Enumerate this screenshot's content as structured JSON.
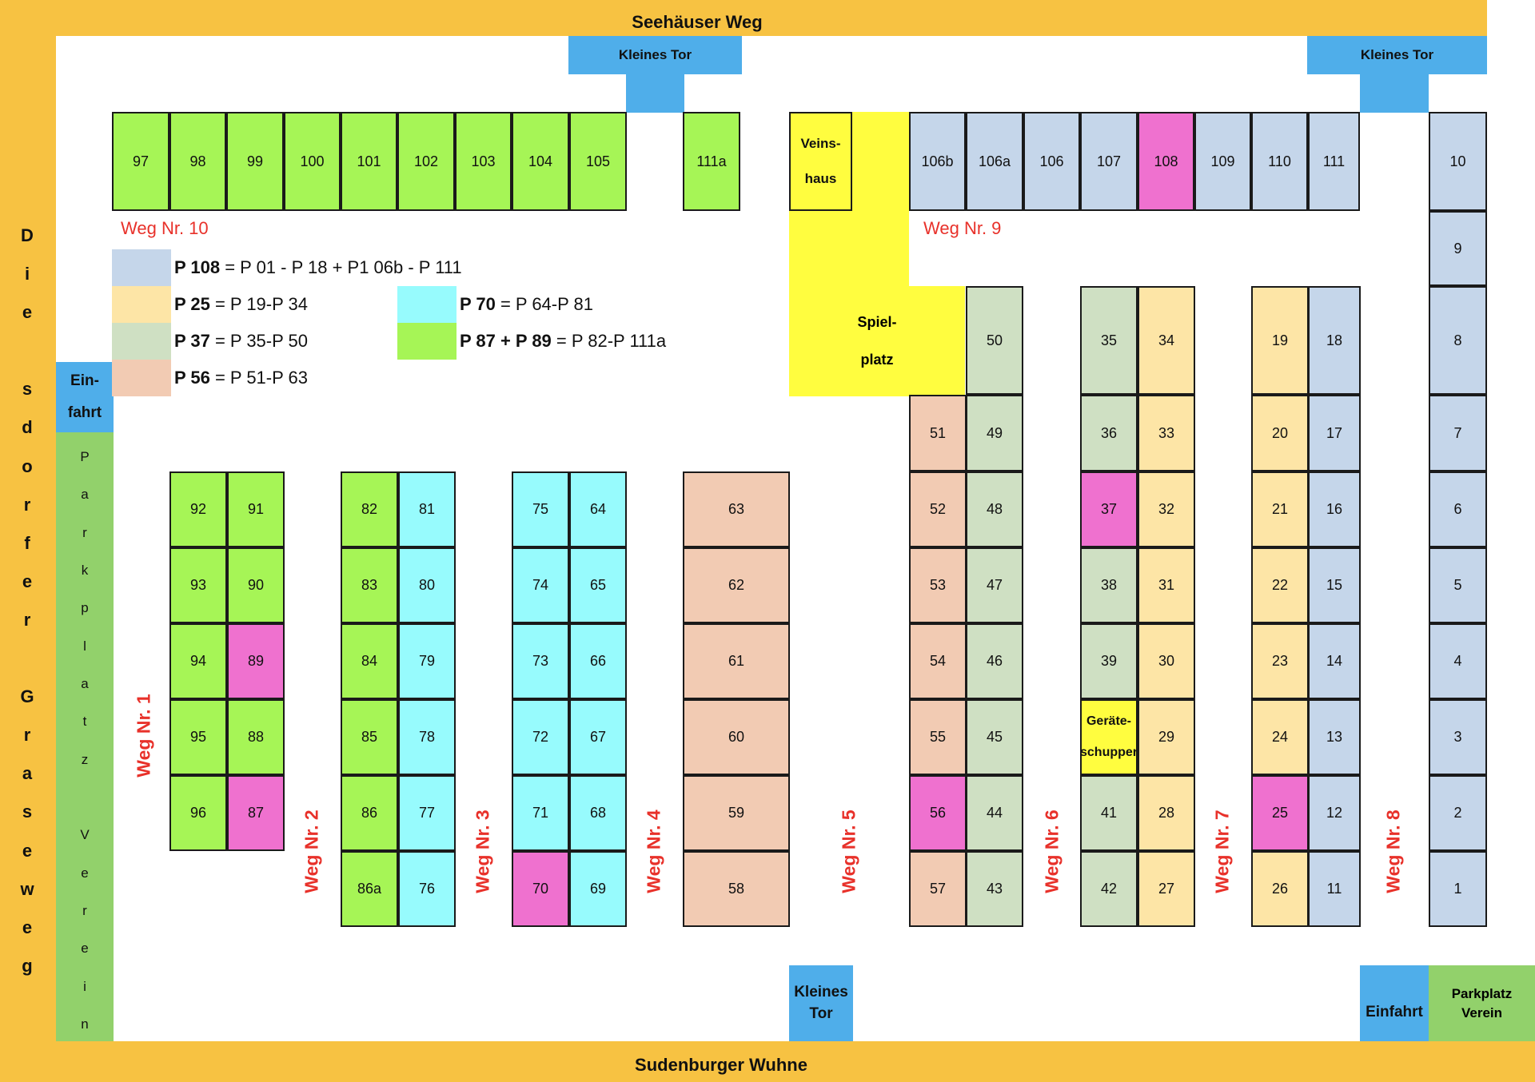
{
  "colors": {
    "blue": "#c5d6ea",
    "yellow_light": "#fde5a6",
    "sage": "#cfe0c3",
    "salmon": "#f2cbb3",
    "cyan": "#97fbfd",
    "green": "#a6f556",
    "magenta": "#ef71cf",
    "bright_yellow": "#fffd3f",
    "gate_blue": "#4faeea",
    "border_gold": "#f7c242",
    "parking_green": "#92d16b"
  },
  "roads": {
    "top": "Seehäuser Weg",
    "bottom": "Sudenburger Wuhne",
    "left_letters": [
      "D",
      "i",
      "e",
      "",
      "s",
      "d",
      "o",
      "r",
      "f",
      "e",
      "r",
      "",
      "G",
      "r",
      "a",
      "s",
      "e",
      "w",
      "e",
      "g"
    ]
  },
  "gates": {
    "top_left": "Kleines Tor",
    "top_right": "Kleines Tor",
    "bottom_kleines_1": "Kleines",
    "bottom_kleines_2": "Tor",
    "bottom_einfahrt": "Einfahrt",
    "left_einfahrt_1": "Ein-",
    "left_einfahrt_2": "fahrt",
    "parkplatz_1": "Parkplatz",
    "parkplatz_2": "Verein"
  },
  "parkplatz_left_letters": [
    "P",
    "a",
    "r",
    "k",
    "p",
    "l",
    "a",
    "t",
    "z",
    "",
    "V",
    "e",
    "r",
    "e",
    "i",
    "n"
  ],
  "buildings": {
    "vereinshaus_1": "Veins-",
    "vereinshaus_2": "haus",
    "spielplatz_1": "Spiel-",
    "spielplatz_2": "platz",
    "geraete_1": "Geräte-",
    "geraete_2": "schupper"
  },
  "wege": {
    "w1": "Weg  Nr. 1",
    "w2": "Weg  Nr. 2",
    "w3": "Weg  Nr. 3",
    "w4": "Weg  Nr. 4",
    "w5": "Weg Nr. 5",
    "w6": "Weg  Nr. 6",
    "w7": "Weg  Nr. 7",
    "w8": "Weg  Nr. 8",
    "w9": "Weg  Nr. 9",
    "w10": "Weg  Nr. 10"
  },
  "legend": [
    {
      "key": "P 108",
      "text": " = P 01 - P 18 + P1 06b - P 111",
      "color": "#c5d6ea"
    },
    {
      "key": "P 25",
      "text": " = P 19-P 34",
      "color": "#fde5a6"
    },
    {
      "key": "P 37",
      "text": " = P 35-P 50",
      "color": "#cfe0c3"
    },
    {
      "key": "P 56",
      "text": " = P 51-P 63",
      "color": "#f2cbb3"
    },
    {
      "key": "P 70",
      "text": " = P 64-P 81",
      "color": "#97fbfd"
    },
    {
      "key": "P 87 + P 89",
      "text": " = P 82-P 111a",
      "color": "#a6f556"
    }
  ],
  "plots": [
    {
      "id": "97",
      "c": "green"
    },
    {
      "id": "98",
      "c": "green"
    },
    {
      "id": "99",
      "c": "green"
    },
    {
      "id": "100",
      "c": "green"
    },
    {
      "id": "101",
      "c": "green"
    },
    {
      "id": "102",
      "c": "green"
    },
    {
      "id": "103",
      "c": "green"
    },
    {
      "id": "104",
      "c": "green"
    },
    {
      "id": "105",
      "c": "green"
    },
    {
      "id": "111a",
      "c": "green"
    },
    {
      "id": "106b",
      "c": "blue"
    },
    {
      "id": "106a",
      "c": "blue"
    },
    {
      "id": "106",
      "c": "blue"
    },
    {
      "id": "107",
      "c": "blue"
    },
    {
      "id": "108",
      "c": "magenta"
    },
    {
      "id": "109",
      "c": "blue"
    },
    {
      "id": "110",
      "c": "blue"
    },
    {
      "id": "111",
      "c": "blue"
    },
    {
      "id": "10",
      "c": "blue"
    },
    {
      "id": "9",
      "c": "blue"
    },
    {
      "id": "8",
      "c": "blue"
    },
    {
      "id": "7",
      "c": "blue"
    },
    {
      "id": "6",
      "c": "blue"
    },
    {
      "id": "5",
      "c": "blue"
    },
    {
      "id": "4",
      "c": "blue"
    },
    {
      "id": "3",
      "c": "blue"
    },
    {
      "id": "2",
      "c": "blue"
    },
    {
      "id": "1",
      "c": "blue"
    },
    {
      "id": "92",
      "c": "green"
    },
    {
      "id": "91",
      "c": "green"
    },
    {
      "id": "93",
      "c": "green"
    },
    {
      "id": "90",
      "c": "green"
    },
    {
      "id": "94",
      "c": "green"
    },
    {
      "id": "89",
      "c": "magenta"
    },
    {
      "id": "95",
      "c": "green"
    },
    {
      "id": "88",
      "c": "green"
    },
    {
      "id": "96",
      "c": "green"
    },
    {
      "id": "87",
      "c": "magenta"
    },
    {
      "id": "82",
      "c": "green"
    },
    {
      "id": "81",
      "c": "cyan"
    },
    {
      "id": "83",
      "c": "green"
    },
    {
      "id": "80",
      "c": "cyan"
    },
    {
      "id": "84",
      "c": "green"
    },
    {
      "id": "79",
      "c": "cyan"
    },
    {
      "id": "85",
      "c": "green"
    },
    {
      "id": "78",
      "c": "cyan"
    },
    {
      "id": "86",
      "c": "green"
    },
    {
      "id": "77",
      "c": "cyan"
    },
    {
      "id": "86a",
      "c": "green"
    },
    {
      "id": "76",
      "c": "cyan"
    },
    {
      "id": "75",
      "c": "cyan"
    },
    {
      "id": "64",
      "c": "cyan"
    },
    {
      "id": "74",
      "c": "cyan"
    },
    {
      "id": "65",
      "c": "cyan"
    },
    {
      "id": "73",
      "c": "cyan"
    },
    {
      "id": "66",
      "c": "cyan"
    },
    {
      "id": "72",
      "c": "cyan"
    },
    {
      "id": "67",
      "c": "cyan"
    },
    {
      "id": "71",
      "c": "cyan"
    },
    {
      "id": "68",
      "c": "cyan"
    },
    {
      "id": "70",
      "c": "magenta"
    },
    {
      "id": "69",
      "c": "cyan"
    },
    {
      "id": "63",
      "c": "salmon"
    },
    {
      "id": "62",
      "c": "salmon"
    },
    {
      "id": "61",
      "c": "salmon"
    },
    {
      "id": "60",
      "c": "salmon"
    },
    {
      "id": "59",
      "c": "salmon"
    },
    {
      "id": "58",
      "c": "salmon"
    },
    {
      "id": "50",
      "c": "sage"
    },
    {
      "id": "51",
      "c": "salmon"
    },
    {
      "id": "49",
      "c": "sage"
    },
    {
      "id": "52",
      "c": "salmon"
    },
    {
      "id": "48",
      "c": "sage"
    },
    {
      "id": "53",
      "c": "salmon"
    },
    {
      "id": "47",
      "c": "sage"
    },
    {
      "id": "54",
      "c": "salmon"
    },
    {
      "id": "46",
      "c": "sage"
    },
    {
      "id": "55",
      "c": "salmon"
    },
    {
      "id": "45",
      "c": "sage"
    },
    {
      "id": "56",
      "c": "magenta"
    },
    {
      "id": "44",
      "c": "sage"
    },
    {
      "id": "57",
      "c": "salmon"
    },
    {
      "id": "43",
      "c": "sage"
    },
    {
      "id": "35",
      "c": "sage"
    },
    {
      "id": "34",
      "c": "yellow_light"
    },
    {
      "id": "36",
      "c": "sage"
    },
    {
      "id": "33",
      "c": "yellow_light"
    },
    {
      "id": "37",
      "c": "magenta"
    },
    {
      "id": "32",
      "c": "yellow_light"
    },
    {
      "id": "38",
      "c": "sage"
    },
    {
      "id": "31",
      "c": "yellow_light"
    },
    {
      "id": "39",
      "c": "sage"
    },
    {
      "id": "30",
      "c": "yellow_light"
    },
    {
      "id": "29",
      "c": "yellow_light"
    },
    {
      "id": "41",
      "c": "sage"
    },
    {
      "id": "28",
      "c": "yellow_light"
    },
    {
      "id": "42",
      "c": "sage"
    },
    {
      "id": "27",
      "c": "yellow_light"
    },
    {
      "id": "19",
      "c": "yellow_light"
    },
    {
      "id": "18",
      "c": "blue"
    },
    {
      "id": "20",
      "c": "yellow_light"
    },
    {
      "id": "17",
      "c": "blue"
    },
    {
      "id": "21",
      "c": "yellow_light"
    },
    {
      "id": "16",
      "c": "blue"
    },
    {
      "id": "22",
      "c": "yellow_light"
    },
    {
      "id": "15",
      "c": "blue"
    },
    {
      "id": "23",
      "c": "yellow_light"
    },
    {
      "id": "14",
      "c": "blue"
    },
    {
      "id": "24",
      "c": "yellow_light"
    },
    {
      "id": "13",
      "c": "blue"
    },
    {
      "id": "25",
      "c": "magenta"
    },
    {
      "id": "12",
      "c": "blue"
    },
    {
      "id": "26",
      "c": "yellow_light"
    },
    {
      "id": "11",
      "c": "blue"
    }
  ]
}
